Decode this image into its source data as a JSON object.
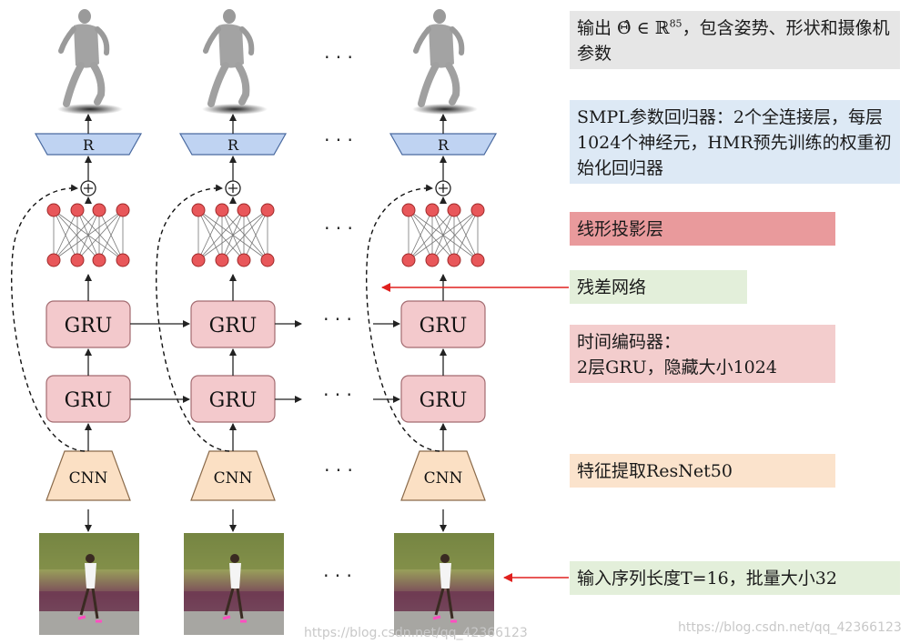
{
  "colors": {
    "gru_fill": "#f3c9cc",
    "gru_stroke": "#a36b70",
    "cnn_fill": "#fbe0c4",
    "cnn_stroke": "#8a6a4a",
    "r_fill": "#bfd3f2",
    "r_stroke": "#4a6aa0",
    "node_fill": "#e8575a",
    "node_stroke": "#a02a2a",
    "output_box": "#e6e6e6",
    "regressor_box": "#dde9f5",
    "projection_box": "#e99a9c",
    "residual_box": "#e3efda",
    "encoder_box": "#f3cdcd",
    "feature_box": "#fbe3cc",
    "input_box": "#e3efda",
    "arrow_red": "#e0201e"
  },
  "columns": [
    "column-1",
    "column-2",
    "column-3"
  ],
  "blocks": {
    "gru_label": "GRU",
    "cnn_label": "CNN",
    "regressor_label": "R",
    "plus_symbol": "⊕",
    "ellipsis": "· · ·"
  },
  "notes": {
    "output_pre": "输出 ",
    "output_theta": "Θ̂ ∈ ℝ",
    "output_sup": "85",
    "output_post": "，包含姿势、形状和摄像机参数",
    "smpl_regressor": "SMPL参数回归器：2个全连接层，每层1024个神经元，HMR预先训练的权重初始化回归器",
    "linear_projection": "线形投影层",
    "residual": "残差网络",
    "temporal_encoder_1": "时间编码器：",
    "temporal_encoder_2": "2层GRU，隐藏大小1024",
    "feature_extraction": "特征提取ResNet50",
    "input_sequence": "输入序列长度T=16，批量大小32"
  },
  "watermarks": {
    "center": "https://blog.csdn.net/qq_42366123",
    "right": "https://blog.csdn.net/qq_42366123"
  }
}
